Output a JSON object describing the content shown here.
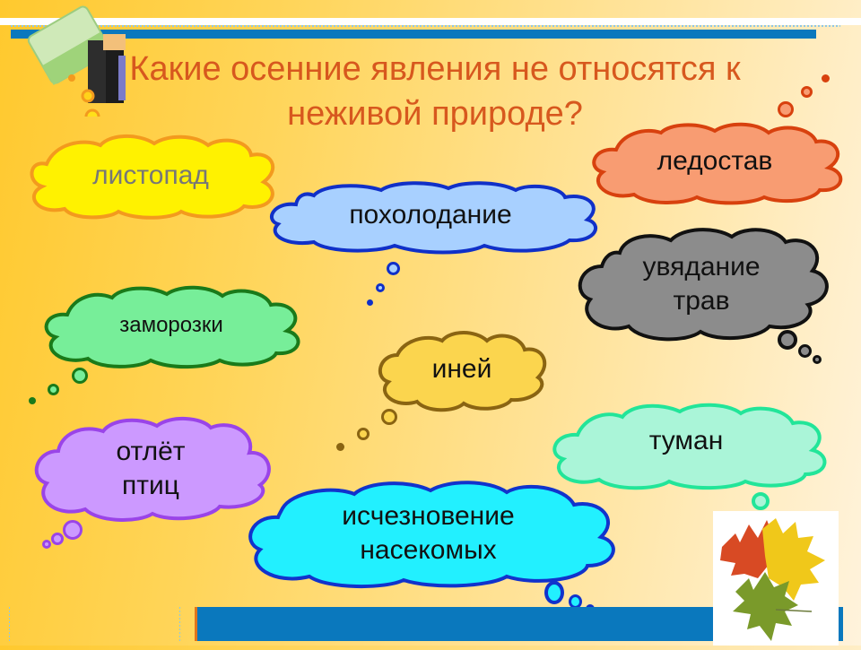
{
  "slide": {
    "title": "Какие осенние явления не относятся к неживой природе?",
    "colors": {
      "title": "#d7581e",
      "accent_bar": "#0a78bd",
      "accent_orange": "#e0741b"
    }
  },
  "clouds": [
    {
      "id": "listopad",
      "text": "листопад",
      "fill": "#fff200",
      "stroke": "#f39a1e",
      "text_color": "#777777"
    },
    {
      "id": "poholodanie",
      "text": "похолодание",
      "fill": "#a8d0ff",
      "stroke": "#1030c8",
      "text_color": "#111111"
    },
    {
      "id": "ledostav",
      "text": "ледостав",
      "fill": "#f89c72",
      "stroke": "#d8410e",
      "text_color": "#111111"
    },
    {
      "id": "uvyadanie",
      "text": "увядание трав",
      "fill": "#8c8c8c",
      "stroke": "#111111",
      "text_color": "#111111"
    },
    {
      "id": "zamorozki",
      "text": "заморозки",
      "fill": "#77ee99",
      "stroke": "#1a7a1a",
      "text_color": "#111111"
    },
    {
      "id": "iney",
      "text": "иней",
      "fill": "#fbd54e",
      "stroke": "#8a6412",
      "text_color": "#111111"
    },
    {
      "id": "otlet",
      "text": "отлёт птиц",
      "fill": "#cc99ff",
      "stroke": "#9a44e8",
      "text_color": "#111111"
    },
    {
      "id": "tuman",
      "text": "туман",
      "fill": "#aaf5d8",
      "stroke": "#22e599",
      "text_color": "#111111"
    },
    {
      "id": "ischeznovenie",
      "text": "исчезновение насекомых",
      "fill": "#22f0ff",
      "stroke": "#1133cc",
      "text_color": "#111111"
    }
  ],
  "images": {
    "books_icon": "books-icon",
    "leaves_photo": "maple-leaves-photo"
  }
}
